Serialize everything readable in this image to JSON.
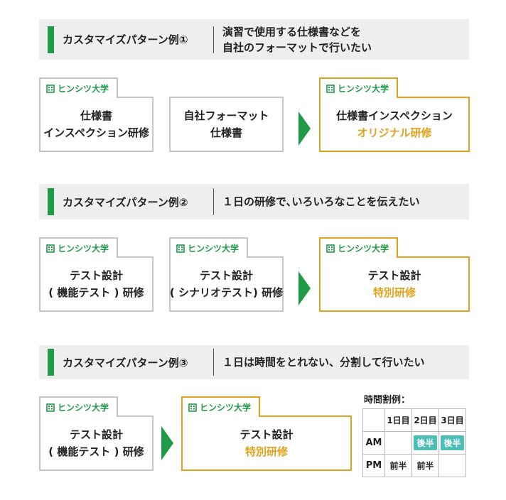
{
  "brand": "ヒンシツ大学",
  "colors": {
    "green": "#1f9a46",
    "orange": "#e0a11d",
    "teal": "#4bbfb6",
    "border": "#c4c4c4",
    "banner_bg": "#eeeeee"
  },
  "icon": "building-icon",
  "patterns": [
    {
      "title": "カスタマイズパターン例①",
      "desc_line1": "演習で使用する仕様書などを",
      "desc_line2": "自社のフォーマットで行いたい",
      "cards": [
        {
          "line1": "仕様書",
          "line2": "インスペクション研修"
        },
        {
          "line1": "自社フォーマット",
          "line2": "仕様書"
        },
        {
          "line1": "仕様書インスペクション",
          "line2": "オリジナル研修"
        }
      ]
    },
    {
      "title": "カスタマイズパターン例②",
      "desc_line1": "１日の研修で､いろいろなことを伝えたい",
      "cards": [
        {
          "line1": "テスト設計",
          "line2": "( 機能テスト ) 研修"
        },
        {
          "line1": "テスト設計",
          "line2": "( シナリオテスト) 研修"
        },
        {
          "line1": "テスト設計",
          "line2": "特別研修"
        }
      ]
    },
    {
      "title": "カスタマイズパターン例③",
      "desc_line1": "１日は時間をとれない、分割して行いたい",
      "cards": [
        {
          "line1": "テスト設計",
          "line2": "( 機能テスト ) 研修"
        },
        {
          "line1": "テスト設計",
          "line2": "特別研修"
        }
      ]
    }
  ],
  "timetable": {
    "label": "時間割例：",
    "headers": [
      "",
      "1日目",
      "2日目",
      "3日目"
    ],
    "rows": [
      [
        "AM",
        "",
        "後半",
        "後半"
      ],
      [
        "PM",
        "前半",
        "前半",
        ""
      ]
    ]
  }
}
